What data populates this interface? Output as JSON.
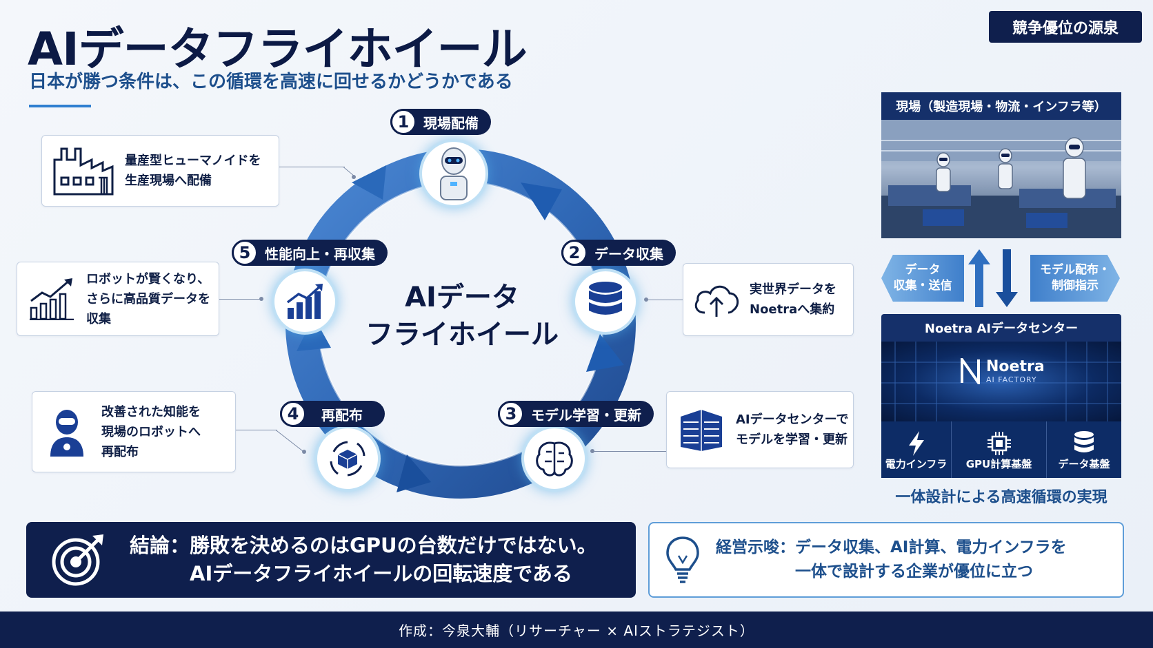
{
  "header": {
    "title": "AIデータフライホイール",
    "subtitle": "日本が勝つ条件は、この循環を高速に回せるかどうかである",
    "badge": "競争優位の源泉"
  },
  "cycle": {
    "center_line1": "AIデータ",
    "center_line2": "フライホイール",
    "steps": [
      {
        "num": "1",
        "label": "現場配備",
        "icon": "robot-icon"
      },
      {
        "num": "2",
        "label": "データ収集",
        "icon": "database-icon"
      },
      {
        "num": "3",
        "label": "モデル学習・更新",
        "icon": "brain-icon"
      },
      {
        "num": "4",
        "label": "再配布",
        "icon": "cube-cycle-icon"
      },
      {
        "num": "5",
        "label": "性能向上・再収集",
        "icon": "bar-chart-icon"
      }
    ]
  },
  "notes": {
    "deploy": {
      "text": "量産型ヒューマノイドを\n生産現場へ配備",
      "icon": "factory-icon"
    },
    "collect": {
      "text": "実世界データを\nNoetraへ集約",
      "icon": "cloud-upload-icon"
    },
    "train": {
      "text": "AIデータセンターで\nモデルを学習・更新",
      "icon": "server-icon"
    },
    "redistribute": {
      "text": "改善された知能を\n現場のロボットへ\n再配布",
      "icon": "robot-head-icon"
    },
    "improve": {
      "text": "ロボットが賢くなり、\nさらに高品質データを\n収集",
      "icon": "growth-chart-icon"
    }
  },
  "right_panel": {
    "site_title": "現場（製造現場・物流・インフラ等）",
    "arrow_left": "データ\n収集・送信",
    "arrow_right": "モデル配布・\n制御指示",
    "dc_title": "Noetra AIデータセンター",
    "logo_name": "Noetra",
    "logo_sub": "AI FACTORY",
    "tiles": [
      {
        "label": "電力インフラ",
        "icon": "lightning-icon"
      },
      {
        "label": "GPU計算基盤",
        "icon": "chip-icon"
      },
      {
        "label": "データ基盤",
        "icon": "database-icon"
      }
    ],
    "caption": "一体設計による高速循環の実現"
  },
  "conclusion": {
    "text": "結論：勝敗を決めるのはGPUの台数だけではない。\n　　　AIデータフライホイールの回転速度である",
    "icon": "target-icon"
  },
  "implication": {
    "text": "経営示唆：データ収集、AI計算、電力インフラを\n　　　　　一体で設計する企業が優位に立つ",
    "icon": "lightbulb-icon"
  },
  "footer": {
    "credit": "作成：今泉大輔（リサーチャー × AIストラテジスト）"
  },
  "colors": {
    "navy": "#0f1f4d",
    "accent_blue": "#1d4f8c",
    "light_blue": "#5e9dd8"
  }
}
